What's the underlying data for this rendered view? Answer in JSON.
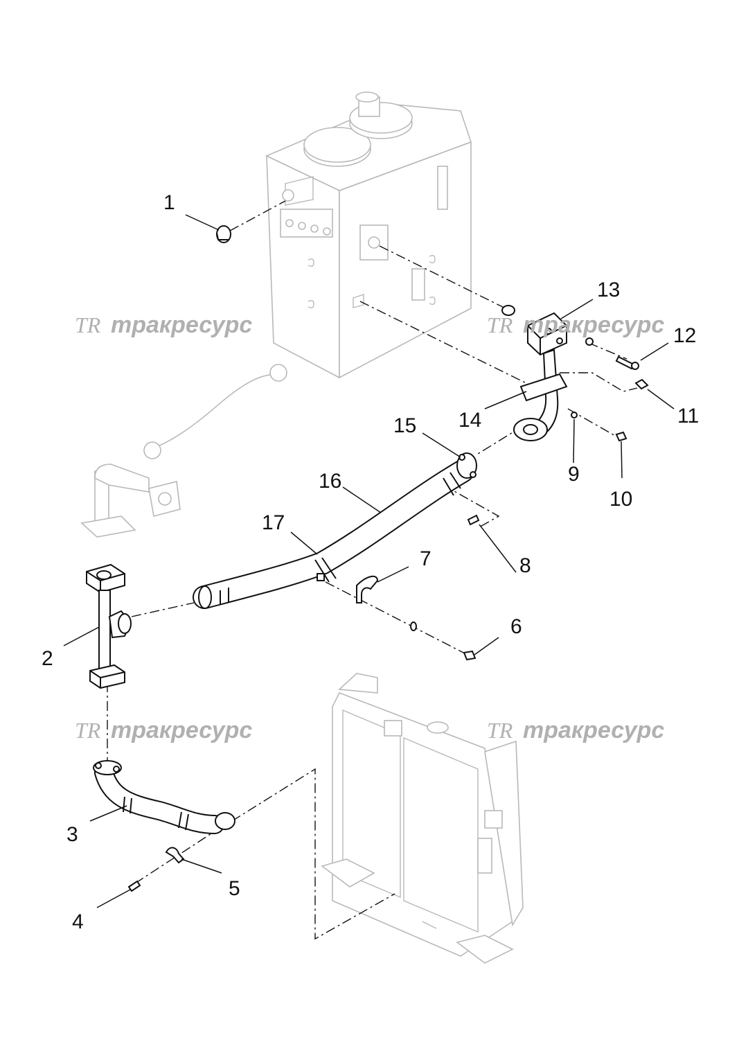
{
  "watermarks": [
    {
      "logo": "TR",
      "text": "тракресурс"
    },
    {
      "logo": "TR",
      "text": "тракресурс"
    },
    {
      "logo": "TR",
      "text": "тракресурс"
    },
    {
      "logo": "TR",
      "text": "тракресурс"
    }
  ],
  "callouts": [
    "1",
    "2",
    "3",
    "4",
    "5",
    "6",
    "7",
    "8",
    "9",
    "10",
    "11",
    "12",
    "13",
    "14",
    "15",
    "16",
    "17"
  ],
  "colors": {
    "line": "#111111",
    "ghost": "#b8b8b8",
    "watermark": "#b0b0b0",
    "background": "#ffffff"
  }
}
